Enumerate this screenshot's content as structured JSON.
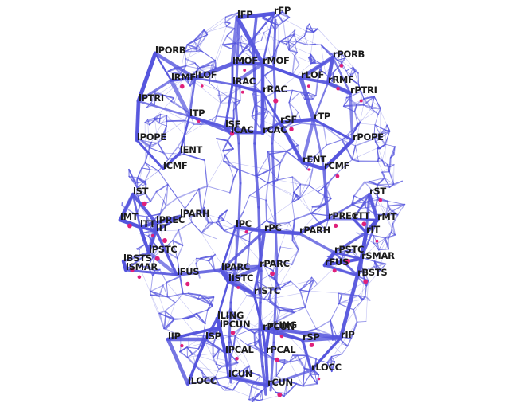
{
  "figure": {
    "node_labels": [
      "lFP",
      "rFP",
      "lPORB",
      "rPORB",
      "lMOF",
      "rMOF",
      "lRMF",
      "lLOF",
      "lRAC",
      "rRAC",
      "rLOF",
      "rRMF",
      "lPTRI",
      "rPTRI",
      "lTP",
      "lSF",
      "lCAC",
      "rCAC",
      "rSF",
      "rTP",
      "lPOPE",
      "rPOPE",
      "lENT",
      "rENT",
      "lCMF",
      "rCMF",
      "lST",
      "rST",
      "lPARH",
      "rPREC",
      "rTT",
      "lMT",
      "lTT",
      "lPREC",
      "rMT",
      "lIT",
      "rIT",
      "lPC",
      "rPC",
      "rPARH",
      "lPSTC",
      "rPSTC",
      "lBSTS",
      "rSMAR",
      "lSMAR",
      "rFUS",
      "lFUS",
      "rBSTS",
      "lPARC",
      "rPARC",
      "lISTC",
      "rISTC",
      "lLING",
      "lPCUN",
      "rPCUN",
      "rLING",
      "lIP",
      "lSP",
      "rSP",
      "rIP",
      "lPCAL",
      "rPCAL",
      "rLOCC",
      "lCUN",
      "lLOCC",
      "rCUN"
    ],
    "edge_color": "#5555dd",
    "node_color": "#e0207a"
  }
}
